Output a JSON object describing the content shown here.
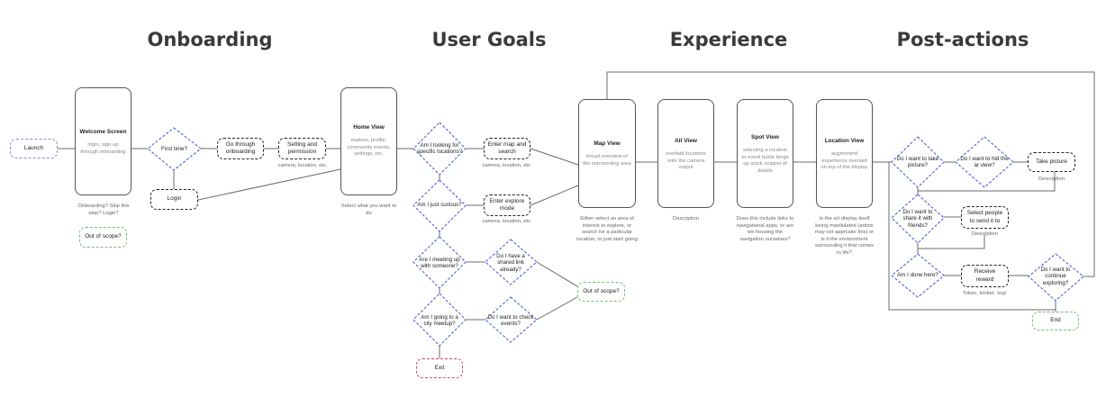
{
  "headers": {
    "onboarding": "Onboarding",
    "user_goals": "User Goals",
    "experience": "Experience",
    "post_actions": "Post-actions"
  },
  "onboarding": {
    "launch": "Launch",
    "welcome_title": "Welcome Screen",
    "welcome_desc": "login, sign up through onboarding",
    "welcome_note": "Onboarding? Skip this step? Login?",
    "out_of_scope": "Out of scope?",
    "first_time": "First time?",
    "login": "Login",
    "go_through": "Go through onboarding",
    "setting": "Setting and permission",
    "setting_note": "camera, location, etc.",
    "home_title": "Home View",
    "home_desc": "explore, profile, community events, settings, etc.",
    "home_note": "Select what you want to do"
  },
  "user_goals": {
    "q_specific": "Am I looking for specific locations?",
    "enter_map": "Enter map and search",
    "enter_map_note": "camera, location, etc.",
    "q_curious": "Am I just curious?",
    "enter_explore": "Enter explore mode",
    "enter_explore_note": "camera, location, etc.",
    "q_meeting": "Are I meeting up with someone?",
    "q_shared": "Do I have a shared link already?",
    "q_meetup": "Am I going to a city meetup?",
    "q_events": "Do I want to check events?",
    "out_of_scope": "Out of scope?",
    "exit": "Exit"
  },
  "experience": {
    "map_title": "Map View",
    "map_desc": "broad overview of the surrounding area",
    "map_note": "Either select an area of interest to explore, or search for a particular location, or just start going",
    "all_title": "All View",
    "all_desc": "overlaid locations onto the camera output",
    "all_note": "Description",
    "spot_title": "Spot View",
    "spot_desc": "selecting a location or event buble bings up quick snippet of details",
    "spot_note": "Does this include links to navigational apps, or are we housing the navigation ourselves?",
    "loc_title": "Location View",
    "loc_desc": "augmented experience overlaid on top of the display",
    "loc_note": "Is the art display itself being manilulated (artists may not apprcaite this) or is it the enviornment surrounding it that comes to life?"
  },
  "post_actions": {
    "q_picture": "Do I want to take picture?",
    "q_hide": "Do I want to hid the ar view?",
    "take_picture": "Take picture",
    "take_picture_note": "Description",
    "q_share": "Do I want to share it with friends?",
    "select_people": "Select people to send it to",
    "select_people_note": "Description",
    "q_done": "Am I done here?",
    "receive_reward": "Receive reward",
    "reward_note": "Token, trinket, 'exp'",
    "q_continue": "Do I want to continue exploring?",
    "end": "End"
  },
  "colors": {
    "purple_dash": "#9b7fd9",
    "blue_dash": "#5a6fd6",
    "green_dash": "#74c174",
    "red_dash": "#d94c4c",
    "line": "#6b6b6b"
  }
}
